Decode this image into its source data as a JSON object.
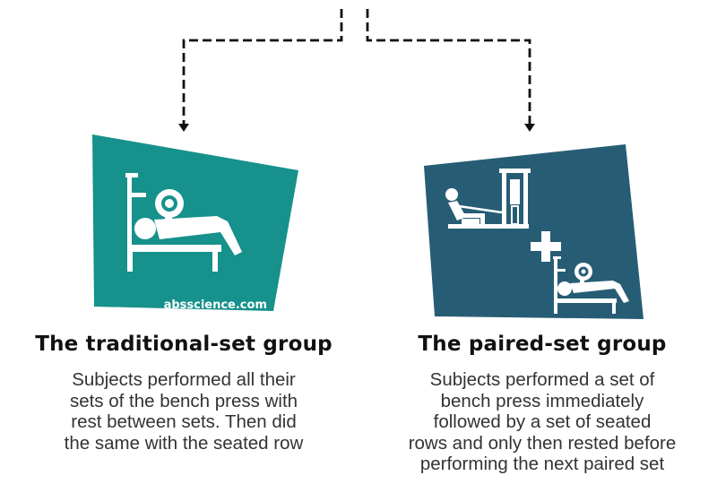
{
  "watermark": "absscience.com",
  "colors": {
    "traditional_panel": "#16918c",
    "paired_panel": "#275d74",
    "icon": "#ffffff",
    "arrow": "#111111",
    "title_text": "#111111",
    "body_text": "#333333"
  },
  "icons": {
    "traditional": "bench-press-icon",
    "paired_top": "seated-row-icon",
    "paired_plus": "plus-icon",
    "paired_bottom": "bench-press-icon"
  },
  "groups": {
    "traditional": {
      "title": "The traditional-set group",
      "description": [
        "Subjects performed all their",
        "sets of the bench press with",
        "rest between sets. Then did",
        "the same with the seated row"
      ]
    },
    "paired": {
      "title": "The paired-set group",
      "description": [
        "Subjects performed a set of",
        "bench press immediately",
        "followed by a set of seated",
        "rows and only then rested before",
        "performing the next paired set"
      ]
    }
  }
}
